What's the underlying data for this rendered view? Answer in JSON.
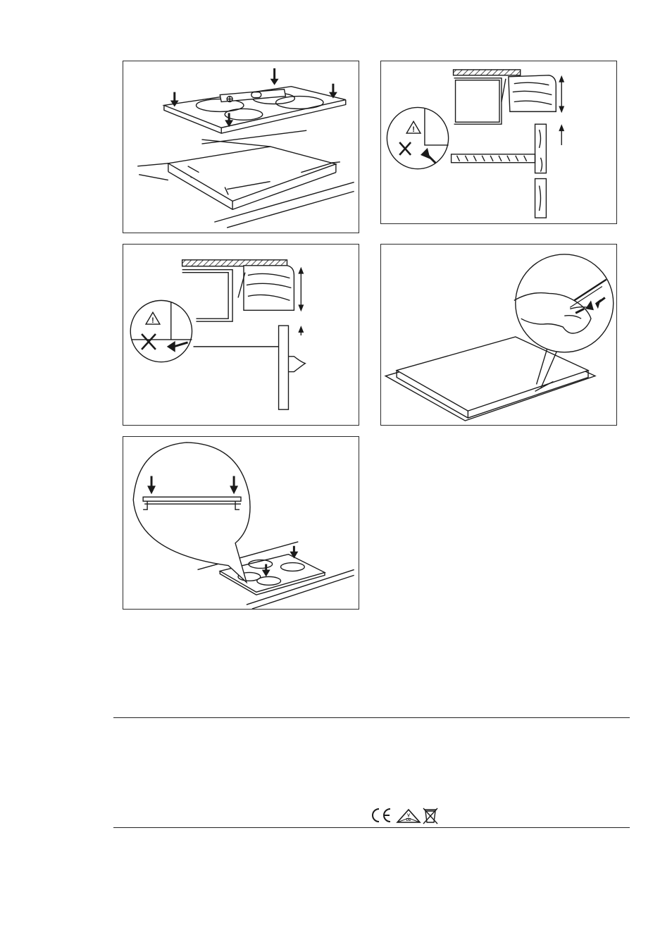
{
  "page": {
    "figures": [
      {
        "id": "fig-1",
        "subject": "hob-placement-with-spirit-level"
      },
      {
        "id": "fig-2",
        "subject": "cabinet-door-clearance-warning"
      },
      {
        "id": "fig-3",
        "subject": "drawer-front-clearance-warning"
      },
      {
        "id": "fig-4",
        "subject": "seal-pressing-detail"
      },
      {
        "id": "fig-5",
        "subject": "hob-pressed-into-cutout-detail"
      }
    ],
    "warning_symbol": "!",
    "footer": {
      "marks": [
        "CE",
        "VDE",
        "WEEE"
      ]
    }
  },
  "colors": {
    "ink": "#1a1a1a",
    "paper": "#ffffff"
  }
}
